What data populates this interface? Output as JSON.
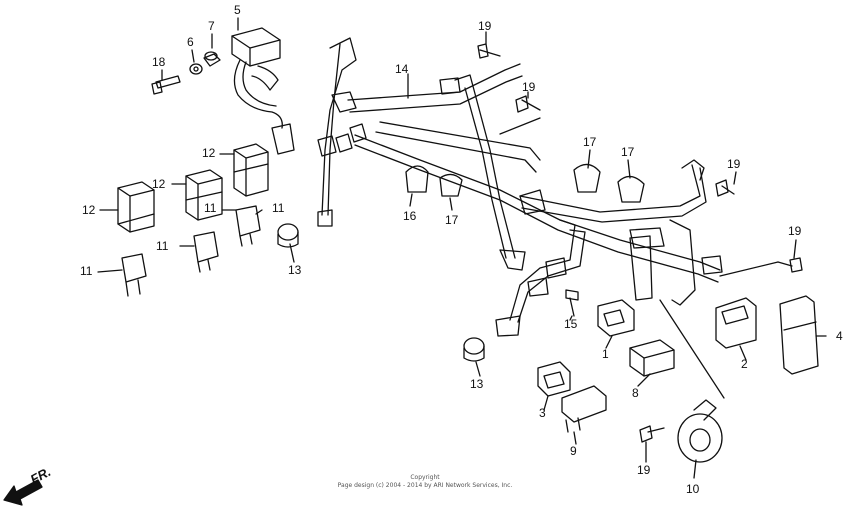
{
  "diagram": {
    "callouts": [
      "1",
      "2",
      "3",
      "4",
      "5",
      "6",
      "7",
      "8",
      "9",
      "10",
      "11",
      "12",
      "13",
      "14",
      "15",
      "16",
      "17",
      "18",
      "19"
    ],
    "direction_label": "FR.",
    "copyright_line1": "Copyright",
    "copyright_line2": "Page design (c) 2004 - 2014 by ARI Network Services, Inc.",
    "line_color": "#111111"
  }
}
